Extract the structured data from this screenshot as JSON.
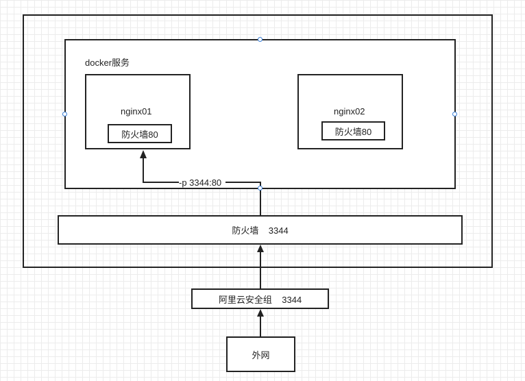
{
  "diagram": {
    "docker_service_label": "docker服务",
    "containers": [
      {
        "name": "nginx01",
        "firewall": "防火墙80"
      },
      {
        "name": "nginx02",
        "firewall": "防火墙80"
      }
    ],
    "port_mapping_label": "-p 3344:80",
    "host_firewall_label": "防火墙    3344",
    "aliyun_security_group_label": "阿里云安全组    3344",
    "external_network_label": "外网"
  }
}
